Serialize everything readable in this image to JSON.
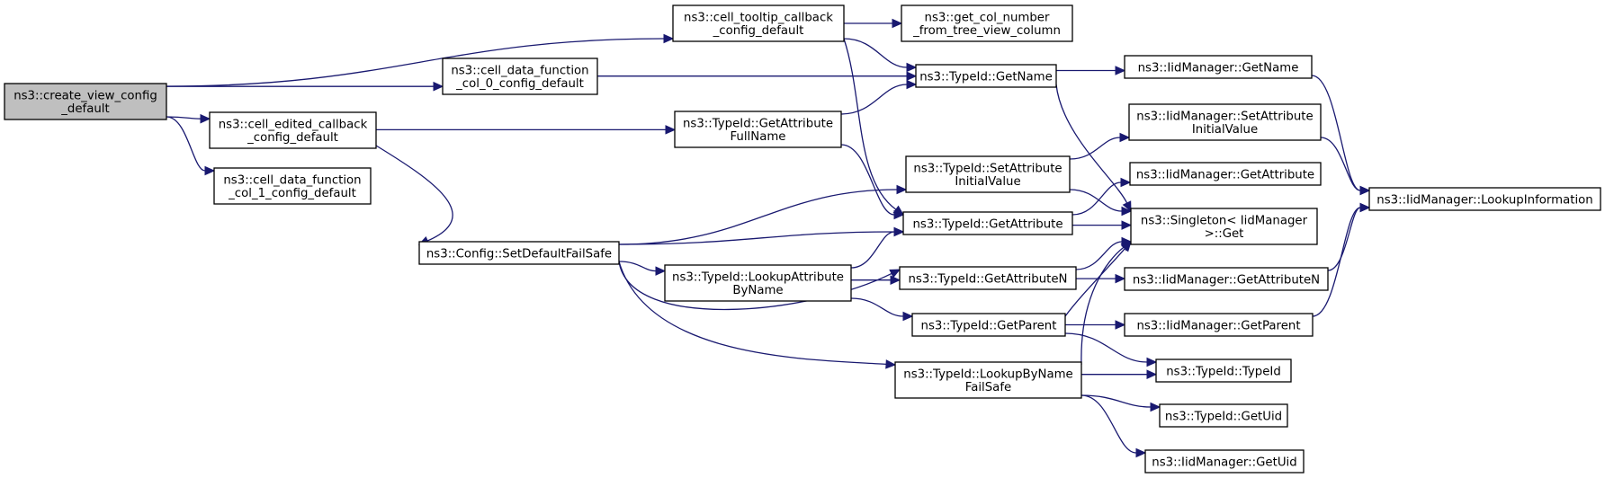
{
  "diagram": {
    "nodes": [
      {
        "id": "create_view",
        "lines": [
          "ns3::create_view_config",
          "_default"
        ],
        "root": true
      },
      {
        "id": "tooltip",
        "lines": [
          "ns3::cell_tooltip_callback",
          "_config_default"
        ]
      },
      {
        "id": "col0",
        "lines": [
          "ns3::cell_data_function",
          "_col_0_config_default"
        ]
      },
      {
        "id": "edited",
        "lines": [
          "ns3::cell_edited_callback",
          "_config_default"
        ]
      },
      {
        "id": "col1",
        "lines": [
          "ns3::cell_data_function",
          "_col_1_config_default"
        ]
      },
      {
        "id": "setdefault",
        "lines": [
          "ns3::Config::SetDefaultFailSafe"
        ]
      },
      {
        "id": "getcolnum",
        "lines": [
          "ns3::get_col_number",
          "_from_tree_view_column"
        ]
      },
      {
        "id": "tid_getname",
        "lines": [
          "ns3::TypeId::GetName"
        ]
      },
      {
        "id": "tid_getattrfull",
        "lines": [
          "ns3::TypeId::GetAttribute",
          "FullName"
        ]
      },
      {
        "id": "tid_lookupattr",
        "lines": [
          "ns3::TypeId::LookupAttribute",
          "ByName"
        ]
      },
      {
        "id": "tid_setattrinit",
        "lines": [
          "ns3::TypeId::SetAttribute",
          "InitialValue"
        ]
      },
      {
        "id": "tid_getattr",
        "lines": [
          "ns3::TypeId::GetAttribute"
        ]
      },
      {
        "id": "tid_getattrn",
        "lines": [
          "ns3::TypeId::GetAttributeN"
        ]
      },
      {
        "id": "tid_getparent",
        "lines": [
          "ns3::TypeId::GetParent"
        ]
      },
      {
        "id": "tid_lookupbyname",
        "lines": [
          "ns3::TypeId::LookupByName",
          "FailSafe"
        ]
      },
      {
        "id": "iid_getname",
        "lines": [
          "ns3::IidManager::GetName"
        ]
      },
      {
        "id": "iid_setattrinit",
        "lines": [
          "ns3::IidManager::SetAttribute",
          "InitialValue"
        ]
      },
      {
        "id": "iid_getattr",
        "lines": [
          "ns3::IidManager::GetAttribute"
        ]
      },
      {
        "id": "singleton",
        "lines": [
          "ns3::Singleton< IidManager",
          ">::Get"
        ]
      },
      {
        "id": "iid_getattrn",
        "lines": [
          "ns3::IidManager::GetAttributeN"
        ]
      },
      {
        "id": "iid_getparent",
        "lines": [
          "ns3::IidManager::GetParent"
        ]
      },
      {
        "id": "tid_typeid",
        "lines": [
          "ns3::TypeId::TypeId"
        ]
      },
      {
        "id": "tid_getuid",
        "lines": [
          "ns3::TypeId::GetUid"
        ]
      },
      {
        "id": "iid_getuid",
        "lines": [
          "ns3::IidManager::GetUid"
        ]
      },
      {
        "id": "iid_lookupinfo",
        "lines": [
          "ns3::IidManager::LookupInformation"
        ]
      }
    ],
    "edges": [
      [
        "create_view",
        "tooltip"
      ],
      [
        "create_view",
        "col0"
      ],
      [
        "create_view",
        "edited"
      ],
      [
        "create_view",
        "col1"
      ],
      [
        "tooltip",
        "getcolnum"
      ],
      [
        "tooltip",
        "tid_getname"
      ],
      [
        "tooltip",
        "tid_getattr"
      ],
      [
        "col0",
        "tid_getname"
      ],
      [
        "edited",
        "tid_getattrfull"
      ],
      [
        "edited",
        "setdefault"
      ],
      [
        "setdefault",
        "tid_setattrinit"
      ],
      [
        "setdefault",
        "tid_getattr"
      ],
      [
        "setdefault",
        "tid_lookupattr"
      ],
      [
        "setdefault",
        "tid_getattrn"
      ],
      [
        "setdefault",
        "tid_lookupbyname"
      ],
      [
        "tid_getname",
        "iid_getname"
      ],
      [
        "tid_getname",
        "singleton"
      ],
      [
        "tid_getattrfull",
        "tid_getname"
      ],
      [
        "tid_getattrfull",
        "tid_getattr"
      ],
      [
        "tid_lookupattr",
        "tid_getattr"
      ],
      [
        "tid_lookupattr",
        "tid_getattrn"
      ],
      [
        "tid_lookupattr",
        "tid_getparent"
      ],
      [
        "tid_setattrinit",
        "iid_setattrinit"
      ],
      [
        "tid_setattrinit",
        "singleton"
      ],
      [
        "tid_getattr",
        "iid_getattr"
      ],
      [
        "tid_getattr",
        "singleton"
      ],
      [
        "tid_getattrn",
        "singleton"
      ],
      [
        "tid_getattrn",
        "iid_getattrn"
      ],
      [
        "tid_getparent",
        "singleton"
      ],
      [
        "tid_getparent",
        "iid_getparent"
      ],
      [
        "tid_getparent",
        "tid_typeid"
      ],
      [
        "tid_lookupbyname",
        "singleton"
      ],
      [
        "tid_lookupbyname",
        "tid_typeid"
      ],
      [
        "tid_lookupbyname",
        "tid_getuid"
      ],
      [
        "tid_lookupbyname",
        "iid_getuid"
      ],
      [
        "iid_getname",
        "iid_lookupinfo"
      ],
      [
        "iid_setattrinit",
        "iid_lookupinfo"
      ],
      [
        "iid_getattrn",
        "iid_lookupinfo"
      ],
      [
        "iid_getparent",
        "iid_lookupinfo"
      ]
    ]
  }
}
